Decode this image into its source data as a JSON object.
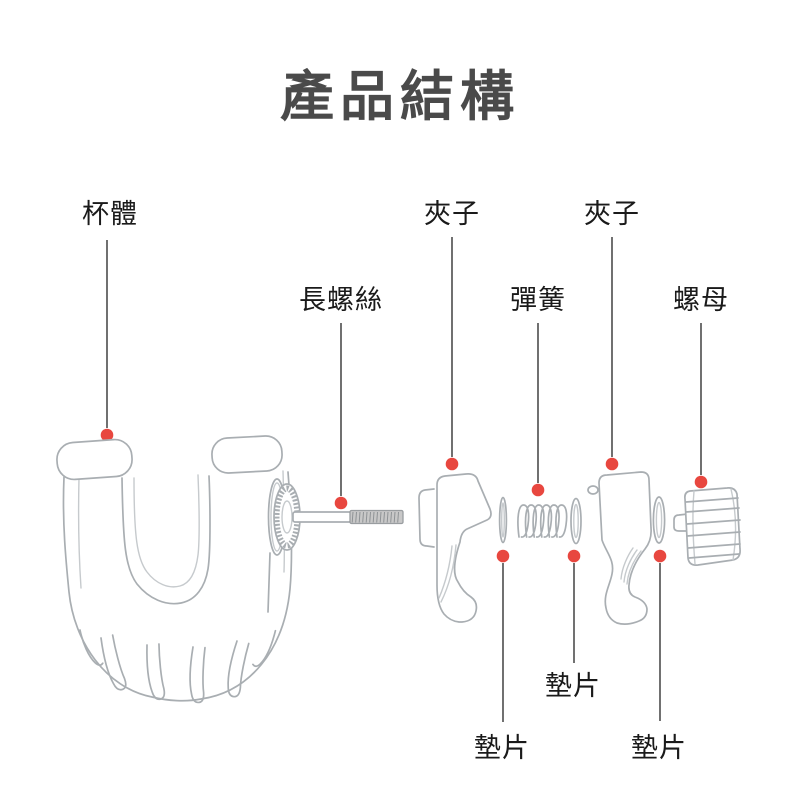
{
  "title": "產品結構",
  "parts": [
    {
      "id": "cup-body",
      "label": "杯體"
    },
    {
      "id": "clip-left",
      "label": "夾子"
    },
    {
      "id": "clip-right",
      "label": "夾子"
    },
    {
      "id": "long-screw",
      "label": "長螺絲"
    },
    {
      "id": "spring",
      "label": "彈簧"
    },
    {
      "id": "nut",
      "label": "螺母"
    },
    {
      "id": "washer-left",
      "label": "墊片"
    },
    {
      "id": "washer-middle",
      "label": "墊片"
    },
    {
      "id": "washer-right",
      "label": "墊片"
    }
  ],
  "colors": {
    "background": "#ffffff",
    "title_color": "#4a4a4a",
    "label_color": "#1a1a1a",
    "leader_line": "#4d4d4d",
    "marker_red": "#e8473f",
    "drawing_stroke": "#a9aeb2",
    "drawing_stroke_light": "#c6cacd",
    "thread_fill": "#c8c8c8",
    "thread_edge": "#999da0",
    "thread_line": "#8e9295"
  }
}
